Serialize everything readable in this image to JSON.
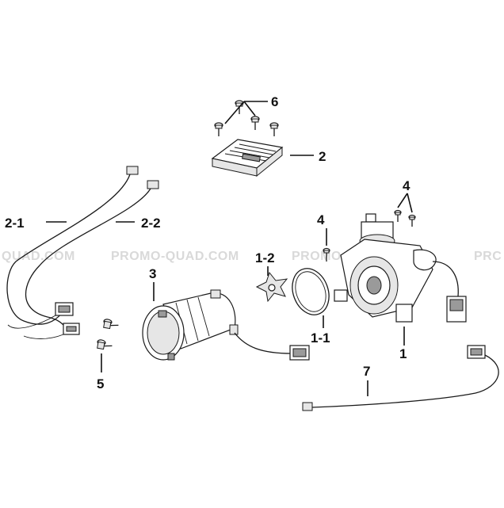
{
  "watermark": {
    "left": "QUAD.COM",
    "middle": "PROMO-QUAD.COM",
    "right_a": "PROMO-QUAD.COM",
    "right_b": "PRC"
  },
  "callouts": {
    "c1": "1",
    "c1_1": "1-1",
    "c1_2": "1-2",
    "c2": "2",
    "c2_1": "2-1",
    "c2_2": "2-2",
    "c3": "3",
    "c4a": "4",
    "c4b": "4",
    "c5": "5",
    "c6": "6",
    "c7": "7"
  }
}
